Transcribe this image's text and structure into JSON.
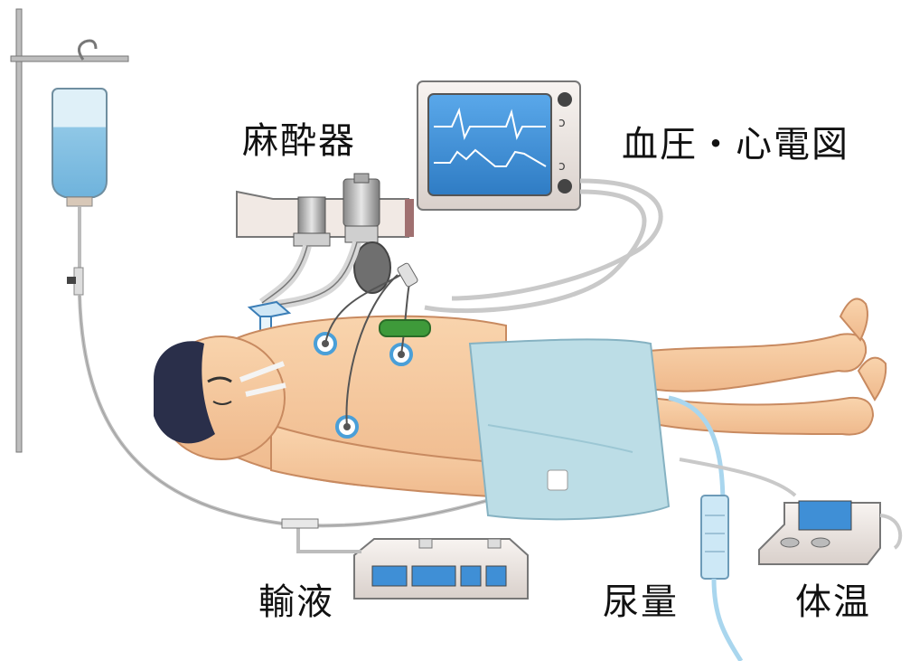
{
  "labels": {
    "anesthesia_machine": "麻酔器",
    "blood_pressure_ecg": "血圧・心電図",
    "infusion": "輸液",
    "urine_volume": "尿量",
    "body_temperature": "体温"
  },
  "colors": {
    "skin": "#f6c9a0",
    "skin_shadow": "#e8a97c",
    "hair": "#2a2f4a",
    "sheet": "#bcdde6",
    "screen": "#3f8fd6",
    "device_body": "#ece6e2",
    "tube": "#9a9a9a",
    "electrode": "#4a9fd8",
    "pulse_oximeter_clip": "#3e9a3a"
  }
}
